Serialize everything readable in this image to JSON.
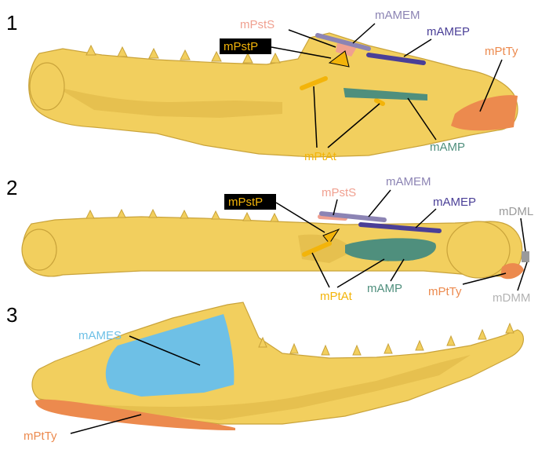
{
  "panels": [
    {
      "number": "1",
      "labels": {
        "mPstS": "mPstS",
        "mAMEM": "mAMEM",
        "mAMEP": "mAMEP",
        "mPstP": "mPstP",
        "mPtTy": "mPtTy",
        "mPtAt": "mPtAt",
        "mAMP": "mAMP"
      }
    },
    {
      "number": "2",
      "labels": {
        "mPstS": "mPstS",
        "mAMEM": "mAMEM",
        "mAMEP": "mAMEP",
        "mPstP": "mPstP",
        "mDML": "mDML",
        "mDMM": "mDMM",
        "mPtAt": "mPtAt",
        "mAMP": "mAMP",
        "mPtTy": "mPtTy"
      }
    },
    {
      "number": "3",
      "labels": {
        "mAMES": "mAMES",
        "mPtTy": "mPtTy"
      }
    }
  ],
  "colors": {
    "bone": "#f2cf5e",
    "mPstS": "#f0a090",
    "mAMEM": "#8c84b4",
    "mAMEP": "#4a3f97",
    "mPstP_box": "#000000",
    "mPtTy": "#ec8a4e",
    "mPtAt": "#f3b40a",
    "mAMP": "#4f8f7d",
    "mDML": "#9a9a9a",
    "mDMM": "#b3b3b3",
    "mAMES": "#6ec0e6"
  }
}
